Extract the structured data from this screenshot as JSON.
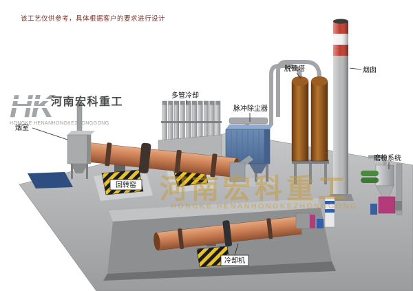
{
  "disclaimer": "该工艺仅供参考，具体根据客户的要求进行设计",
  "logo": {
    "monogram": "HK",
    "company_cn": "河南宏科重工",
    "company_en": "HONGKE HENANHONGKEZHONGGONG"
  },
  "watermark": {
    "company_cn": "河南宏科重工",
    "company_en": "HONGKE HENANHONGKEZHONGGONG"
  },
  "labels": {
    "smoke_chamber": "烟室",
    "rotary_kiln": "回转窑",
    "multi_tube_cooler": "多管冷却",
    "pulse_dust_collector": "脉冲除尘器",
    "desulfurization_tower": "脱硫塔",
    "chimney": "烟囱",
    "grinding_system": "磨粉系统",
    "cooling_machine": "冷却机"
  },
  "colors": {
    "kiln": "#cc7f55",
    "dust_blue": "#5b7ca8",
    "tower_brown": "#b5752f",
    "chimney_red": "#c03a2b",
    "hazard_yellow": "#e9c227",
    "watermark_gold": "#c79b3b",
    "ground": "#b5b6b8",
    "mat_blue": "#2e4d80",
    "machine_magenta": "#b53a7a",
    "pipe_green": "#4a8a3c"
  }
}
